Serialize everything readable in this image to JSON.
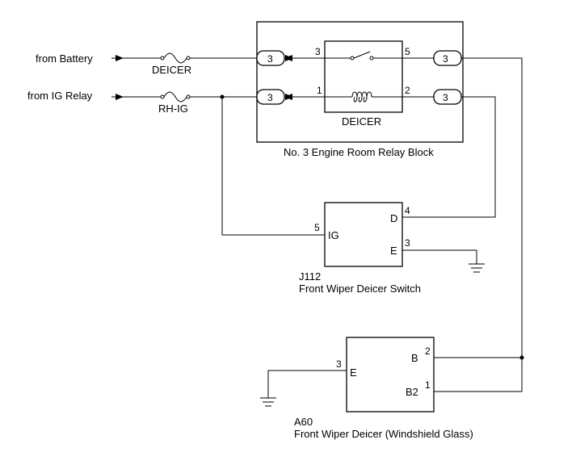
{
  "inputs": {
    "battery": "from Battery",
    "ig_relay": "from IG Relay"
  },
  "fuses": {
    "deicer": "DEICER",
    "rh_ig": "RH-IG"
  },
  "relay_block": {
    "label": "No. 3 Engine Room Relay Block",
    "relay_label": "DEICER",
    "connector_label": "3",
    "pins": {
      "p3": "3",
      "p1": "1",
      "p5": "5",
      "p2": "2"
    }
  },
  "switch": {
    "code": "J112",
    "name": "Front Wiper Deicer Switch",
    "terminals": {
      "ig": "IG",
      "d": "D",
      "e": "E"
    },
    "pins": {
      "ig": "5",
      "d": "4",
      "e": "3"
    }
  },
  "deicer": {
    "code": "A60",
    "name": "Front Wiper Deicer (Windshield Glass)",
    "terminals": {
      "e": "E",
      "b": "B",
      "b2": "B2"
    },
    "pins": {
      "e": "3",
      "b": "2",
      "b2": "1"
    }
  }
}
